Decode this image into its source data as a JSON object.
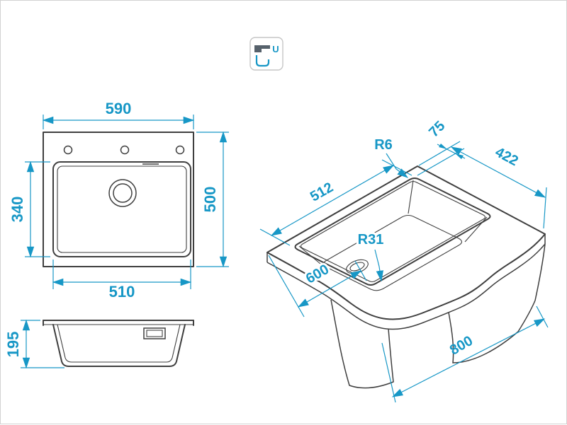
{
  "drawing": {
    "title": "sink dimension drawing",
    "colors": {
      "dimension": "#1797c6",
      "line": "#3f3f3f",
      "background": "#ffffff"
    },
    "mount_icon": {
      "label": "U"
    },
    "top_view": {
      "overall_width": "590",
      "overall_depth": "500",
      "bowl_depth": "340",
      "bowl_width": "510"
    },
    "front_view": {
      "bowl_height": "195"
    },
    "iso_view": {
      "rear_ledge": "75",
      "worktop_back": "422",
      "rim_corner_radius": "R6",
      "cutout_length": "512",
      "bowl_corner_radius": "R31",
      "cabinet_depth": "600",
      "cabinet_width": "800"
    }
  }
}
